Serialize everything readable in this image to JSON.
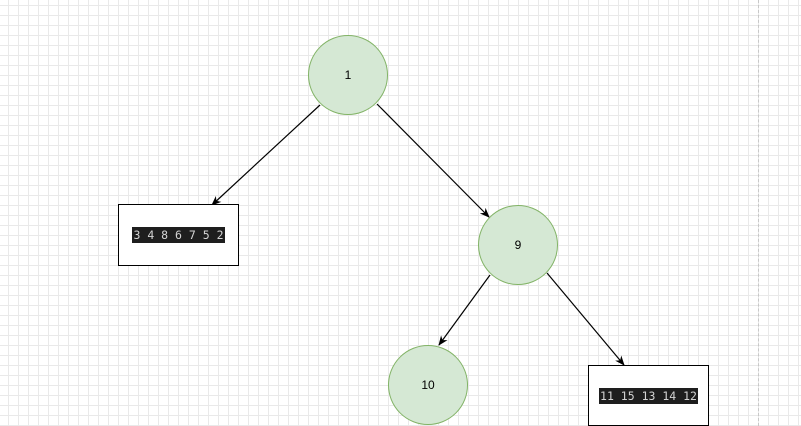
{
  "nodes": [
    {
      "id": "root",
      "label": "1"
    },
    {
      "id": "n9",
      "label": "9"
    },
    {
      "id": "n10",
      "label": "10"
    }
  ],
  "leaves": [
    {
      "id": "leaf-left",
      "label": "3 4 8 6 7 5 2"
    },
    {
      "id": "leaf-right",
      "label": "11 15 13 14 12"
    }
  ],
  "edges": [
    {
      "from": "root",
      "to": "leaf-left"
    },
    {
      "from": "root",
      "to": "n9"
    },
    {
      "from": "n9",
      "to": "n10"
    },
    {
      "from": "n9",
      "to": "leaf-right"
    }
  ],
  "colors": {
    "node_fill": "#d5e8d4",
    "node_stroke": "#82b366",
    "leaf_text_background": "#1e1e1e",
    "leaf_text_color": "#d4d4d4",
    "edge": "#000000"
  }
}
